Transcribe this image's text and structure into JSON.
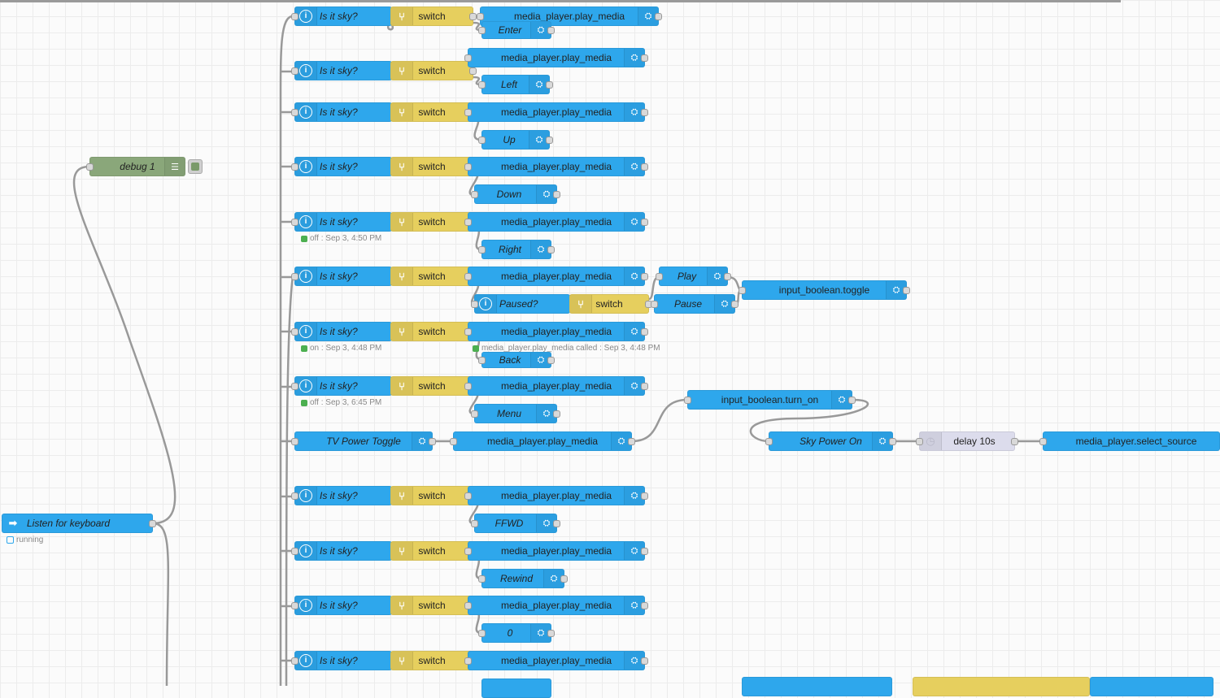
{
  "canvas": {
    "bg": "#fbfbfb",
    "colors": {
      "ha_node": "#2ea7ec",
      "switch_node": "#e6cf5e",
      "debug_node": "#8aa77a",
      "delay_node": "#dcdcec",
      "status_green": "#4caf50"
    }
  },
  "icons": {
    "info": "info-icon",
    "switch": "switch-icon",
    "service": "service-icon",
    "debug": "list-icon",
    "delay": "clock-icon",
    "event": "arrow-right-icon"
  },
  "nodes": {
    "debug1": {
      "label": "debug 1"
    },
    "listen": {
      "label": "Listen for keyboard",
      "status": "running"
    },
    "r1": {
      "state": "Is it sky?",
      "switch": "switch",
      "play": "media_player.play_media",
      "call": "Enter"
    },
    "r2": {
      "state": "Is it sky?",
      "switch": "switch",
      "play": "media_player.play_media",
      "call": "Left"
    },
    "r3": {
      "state": "Is it sky?",
      "switch": "switch",
      "play": "media_player.play_media",
      "call": "Up"
    },
    "r4": {
      "state": "Is it sky?",
      "switch": "switch",
      "play": "media_player.play_media",
      "call": "Down"
    },
    "r5": {
      "state": "Is it sky?",
      "switch": "switch",
      "play": "media_player.play_media",
      "call": "Right",
      "status": "off : Sep 3, 4:50 PM"
    },
    "r6": {
      "state": "Is it sky?",
      "switch": "switch",
      "play": "media_player.play_media",
      "paused": "Paused?",
      "switch2": "switch",
      "play2": "Play",
      "pause": "Pause",
      "toggle": "input_boolean.toggle"
    },
    "r7": {
      "state": "Is it sky?",
      "switch": "switch",
      "play": "media_player.play_media",
      "call": "Back",
      "status": "on : Sep 3, 4:48 PM",
      "play_status": "media_player.play_media called : Sep 3, 4:48 PM"
    },
    "r8": {
      "state": "Is it sky?",
      "switch": "switch",
      "play": "media_player.play_media",
      "call": "Menu",
      "status": "off : Sep 3, 6:45 PM",
      "turn_on": "input_boolean.turn_on"
    },
    "r9": {
      "power": "TV Power Toggle",
      "play": "media_player.play_media",
      "sky_on": "Sky Power On",
      "delay": "delay 10s",
      "select": "media_player.select_source"
    },
    "r10": {
      "state": "Is it sky?",
      "switch": "switch",
      "play": "media_player.play_media",
      "call": "FFWD"
    },
    "r11": {
      "state": "Is it sky?",
      "switch": "switch",
      "play": "media_player.play_media",
      "call": "Rewind"
    },
    "r12": {
      "state": "Is it sky?",
      "switch": "switch",
      "play": "media_player.play_media",
      "call": "0"
    },
    "r13": {
      "state": "Is it sky?",
      "switch": "switch",
      "play": "media_player.play_media"
    }
  }
}
